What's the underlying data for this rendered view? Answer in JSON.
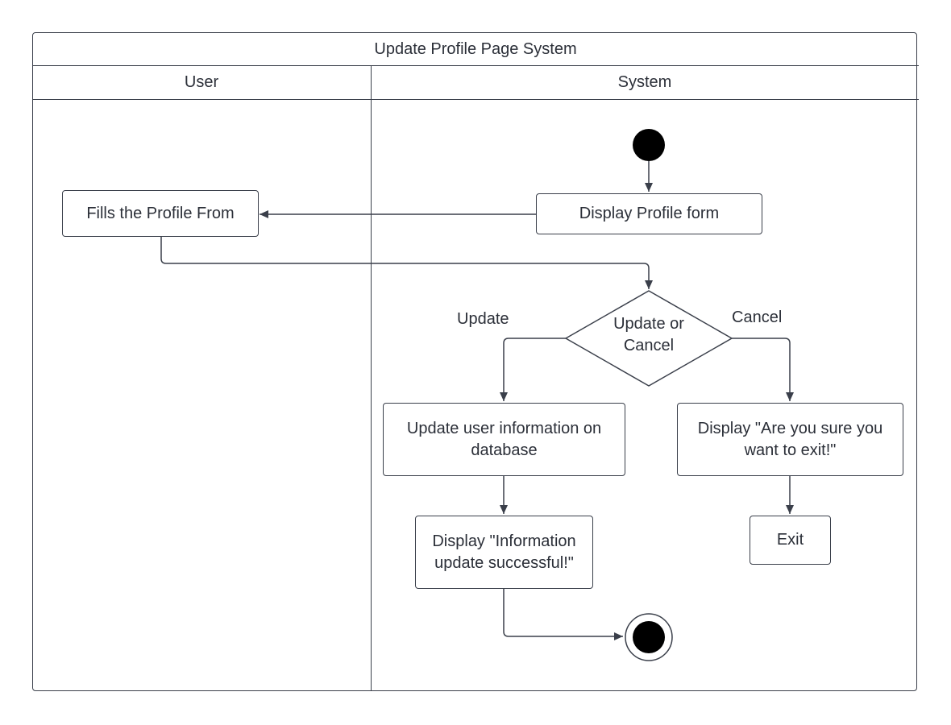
{
  "diagram": {
    "title": "Update Profile Page System",
    "lanes": [
      {
        "name": "User"
      },
      {
        "name": "System"
      }
    ],
    "nodes": {
      "fill_profile": "Fills the Profile From",
      "display_profile_form": "Display Profile form",
      "decision": "Update or\nCancel",
      "update_db": "Update user information on\ndatabase",
      "confirm_exit": "Display \"Are you sure you\nwant to exit!\"",
      "update_success": "Display \"Information\nupdate successful!\"",
      "exit": "Exit"
    },
    "edge_labels": {
      "update": "Update",
      "cancel": "Cancel"
    }
  },
  "colors": {
    "line": "#3a3f4a",
    "text": "#2b2f38",
    "node_fill": "#ffffff",
    "start_node": "#000000"
  }
}
